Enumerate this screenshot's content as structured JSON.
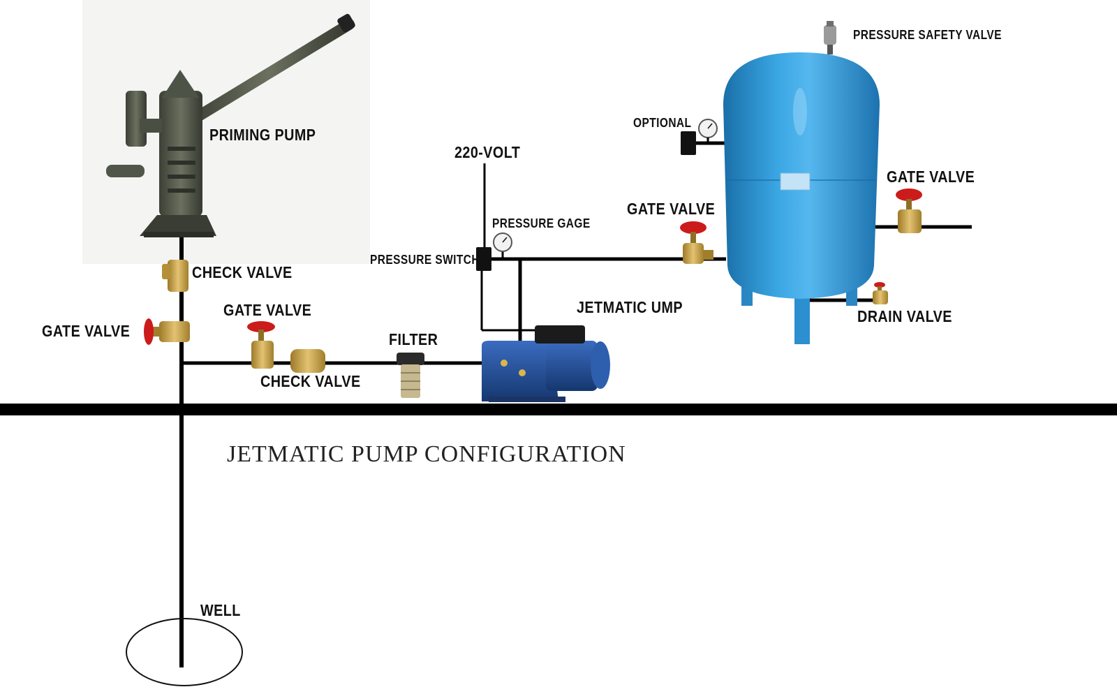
{
  "diagram": {
    "title": "JETMATIC PUMP CONFIGURATION",
    "labels": {
      "priming_pump": "PRIMING PUMP",
      "check_valve_top": "CHECK VALVE",
      "gate_valve_left": "GATE VALVE",
      "gate_valve_mid": "GATE VALVE",
      "check_valve_mid": "CHECK VALVE",
      "filter": "FILTER",
      "voltage": "220-VOLT",
      "pressure_gage": "PRESSURE GAGE",
      "pressure_switch": "PRESSURE SWITCH",
      "jetmatic_pump": "JETMATIC UMP",
      "gate_valve_tank_in": "GATE VALVE",
      "optional": "OPTIONAL",
      "pressure_safety_valve": "PRESSURE SAFETY VALVE",
      "gate_valve_out": "GATE VALVE",
      "drain_valve": "DRAIN VALVE",
      "well": "WELL"
    },
    "colors": {
      "pipe": "#000000",
      "tank_blue": "#2b97d6",
      "brass": "#c9a54a",
      "valve_handle_red": "#cc1b1b",
      "pump_body_blue": "#1f4f98",
      "priming_pump_gray": "#4a4f43"
    }
  }
}
